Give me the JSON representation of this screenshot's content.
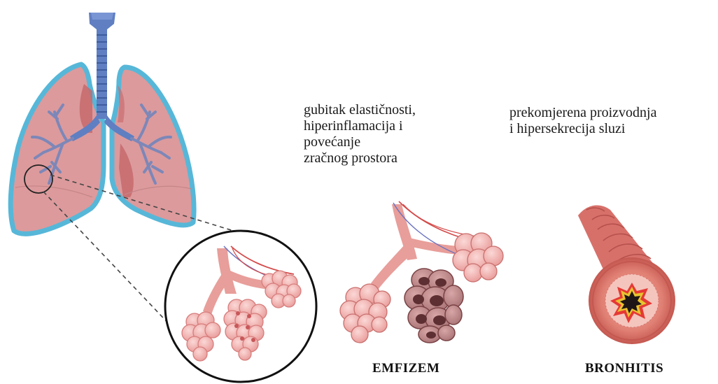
{
  "emphysema": {
    "description_lines": [
      "gubitak elastičnosti,",
      "hiperinflamacija i",
      "povećanje",
      "zračnog prostora"
    ],
    "label": "EMFIZEM"
  },
  "bronchitis": {
    "description_lines": [
      "prekomjerena proizvodnja",
      "i hipersekrecija sluzi"
    ],
    "label": "BRONHITIS"
  },
  "colors": {
    "lung_fill": "#dc9a9c",
    "lung_outline": "#57b7d8",
    "trachea": "#5f7fc2",
    "bronchi": "#7d87b8",
    "alveoli_healthy": "#f2b4b4",
    "alveoli_damaged": "#8c5a5c",
    "bronchus_wall": "#d8706a",
    "mucus": "#e8c230"
  }
}
